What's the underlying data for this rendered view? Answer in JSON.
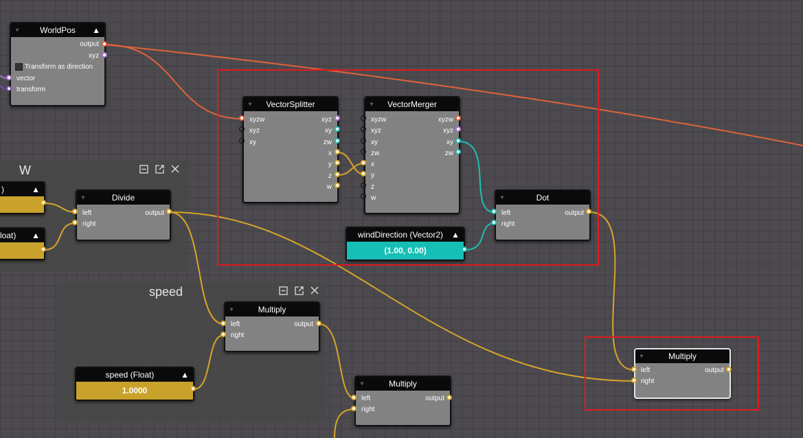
{
  "groups": {
    "w": {
      "title": "W"
    },
    "speed": {
      "title": "speed"
    }
  },
  "nodes": {
    "worldpos": {
      "title": "WorldPos",
      "outputs": [
        "output",
        "xyz"
      ],
      "checkbox_label": "Transform as direction",
      "inputs": [
        "vector",
        "transform"
      ]
    },
    "vector_splitter": {
      "title": "VectorSplitter",
      "inputs": [
        "xyzw",
        "xyz",
        "xy"
      ],
      "outputs": [
        "xyz",
        "xy",
        "zw",
        "x",
        "y",
        "z",
        "w"
      ]
    },
    "vector_merger": {
      "title": "VectorMerger",
      "inputs": [
        "xyzw",
        "xyz",
        "xy",
        "zw",
        "x",
        "y",
        "z",
        "w"
      ],
      "outputs": [
        "xyzw",
        "xyz",
        "xy",
        "zw"
      ]
    },
    "w_top_param": {
      "title": ")"
    },
    "w_bottom_param": {
      "title": "loat)"
    },
    "divide": {
      "title": "Divide",
      "inputs": [
        "left",
        "right"
      ],
      "outputs": [
        "output"
      ]
    },
    "dot": {
      "title": "Dot",
      "inputs": [
        "left",
        "right"
      ],
      "outputs": [
        "output"
      ]
    },
    "wind_direction": {
      "title": "windDirection (Vector2)",
      "value": "(1.00, 0.00)"
    },
    "multiply_speed": {
      "title": "Multiply",
      "inputs": [
        "left",
        "right"
      ],
      "outputs": [
        "output"
      ]
    },
    "speed_float": {
      "title": "speed (Float)",
      "value": "1.0000"
    },
    "multiply_bottom": {
      "title": "Multiply",
      "inputs": [
        "left",
        "right"
      ],
      "outputs": [
        "output"
      ]
    },
    "multiply_selected": {
      "title": "Multiply",
      "inputs": [
        "left",
        "right"
      ],
      "outputs": [
        "output"
      ]
    }
  },
  "icons": {
    "collapse": "▿",
    "warning": "▲",
    "minimize": "⊟",
    "popout": "⧉",
    "close": "✕"
  },
  "colors": {
    "background": "#4d4a4f",
    "node_body": "#828282",
    "node_header": "#0a0a0a",
    "float_wire": "#d9a628",
    "vector2_wire": "#1ebfb3",
    "vector3_port": "#a874d1",
    "vector4_wire": "#e0633a",
    "selection_box": "#e11b1b",
    "float_value": "#c9a22c",
    "vector2_value": "#16bfb5"
  }
}
